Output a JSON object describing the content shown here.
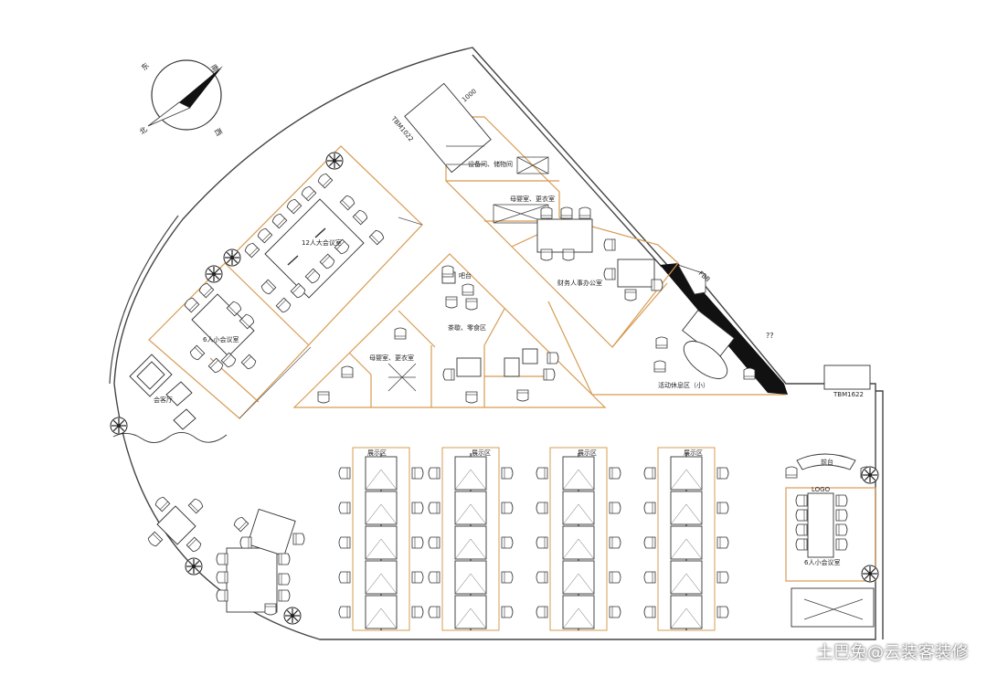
{
  "compass": {
    "n": "北",
    "s": "南",
    "e": "东",
    "w": "西"
  },
  "rooms": {
    "conference_12": "12人大会议室",
    "meeting_6_left": "6人小会议室",
    "reception_left": "会客厅",
    "storage": "设备间、储物间",
    "mother_room_top": "母婴室、更衣室",
    "finance_office": "财务人事办公室",
    "bar": "吧台",
    "tea_area": "茶歇、零食区",
    "mother_room_bottom": "母婴室、更衣室",
    "rest_area": "活动休息区（小）",
    "front_desk": "前台",
    "meeting_6_right": "6人小会议室"
  },
  "display_labels": [
    "展示区",
    "展示区",
    "展示区",
    "展示区"
  ],
  "marks": {
    "logo": "LOGO",
    "tbm_left": "TBM1022",
    "tbm_right": "TBM1622",
    "dim": "1000",
    "qq": "??",
    "small_code": "FBB"
  },
  "watermark": "土巴兔@云装客装修"
}
